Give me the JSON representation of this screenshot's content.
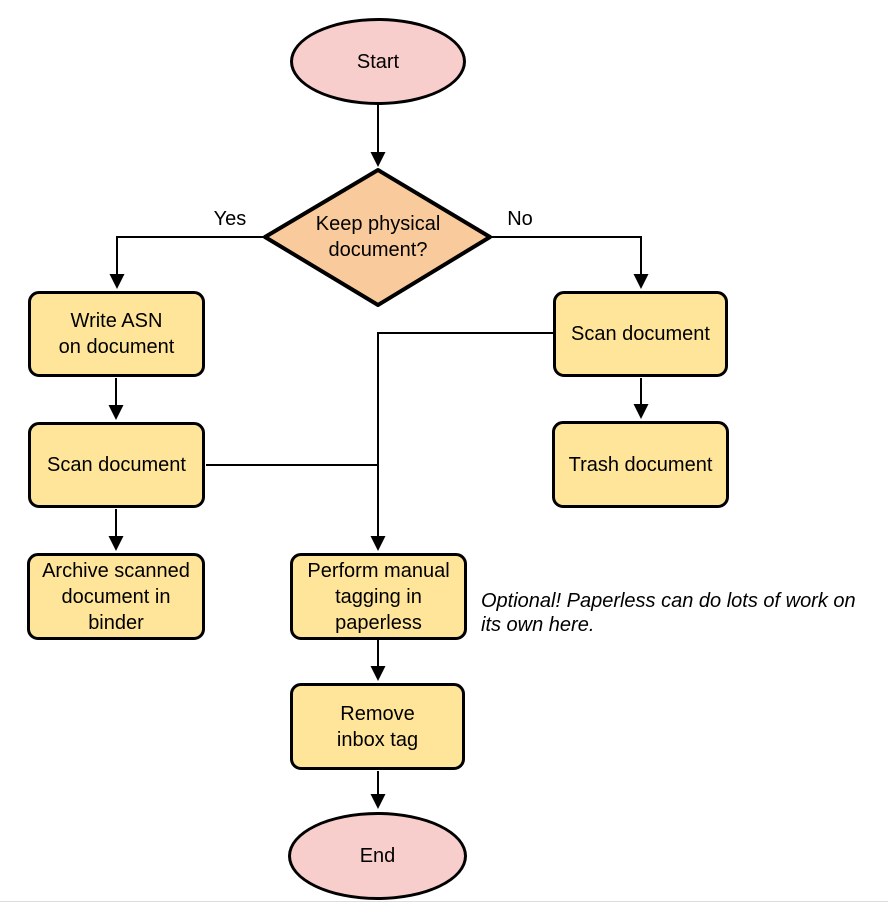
{
  "diagram_type": "flowchart",
  "colors": {
    "terminal_fill": "#F8CECC",
    "decision_fill": "#F9CB9C",
    "process_fill": "#FFE599",
    "stroke": "#000000",
    "background": "#ffffff"
  },
  "nodes": {
    "start": {
      "label": "Start",
      "shape": "ellipse"
    },
    "decision": {
      "label": "Keep physical\ndocument?",
      "shape": "diamond"
    },
    "write_asn": {
      "label": "Write ASN\non document",
      "shape": "rounded-rect"
    },
    "scan_left": {
      "label": "Scan document",
      "shape": "rounded-rect"
    },
    "archive": {
      "label": "Archive scanned\ndocument in\nbinder",
      "shape": "rounded-rect"
    },
    "scan_right": {
      "label": "Scan document",
      "shape": "rounded-rect"
    },
    "trash": {
      "label": "Trash document",
      "shape": "rounded-rect"
    },
    "tagging": {
      "label": "Perform manual\ntagging in\npaperless",
      "shape": "rounded-rect"
    },
    "remove_inbox": {
      "label": "Remove\ninbox tag",
      "shape": "rounded-rect"
    },
    "end": {
      "label": "End",
      "shape": "ellipse"
    }
  },
  "edges": {
    "yes_label": "Yes",
    "no_label": "No"
  },
  "note": {
    "text": "Optional! Paperless can do lots of work on\nits own here."
  }
}
